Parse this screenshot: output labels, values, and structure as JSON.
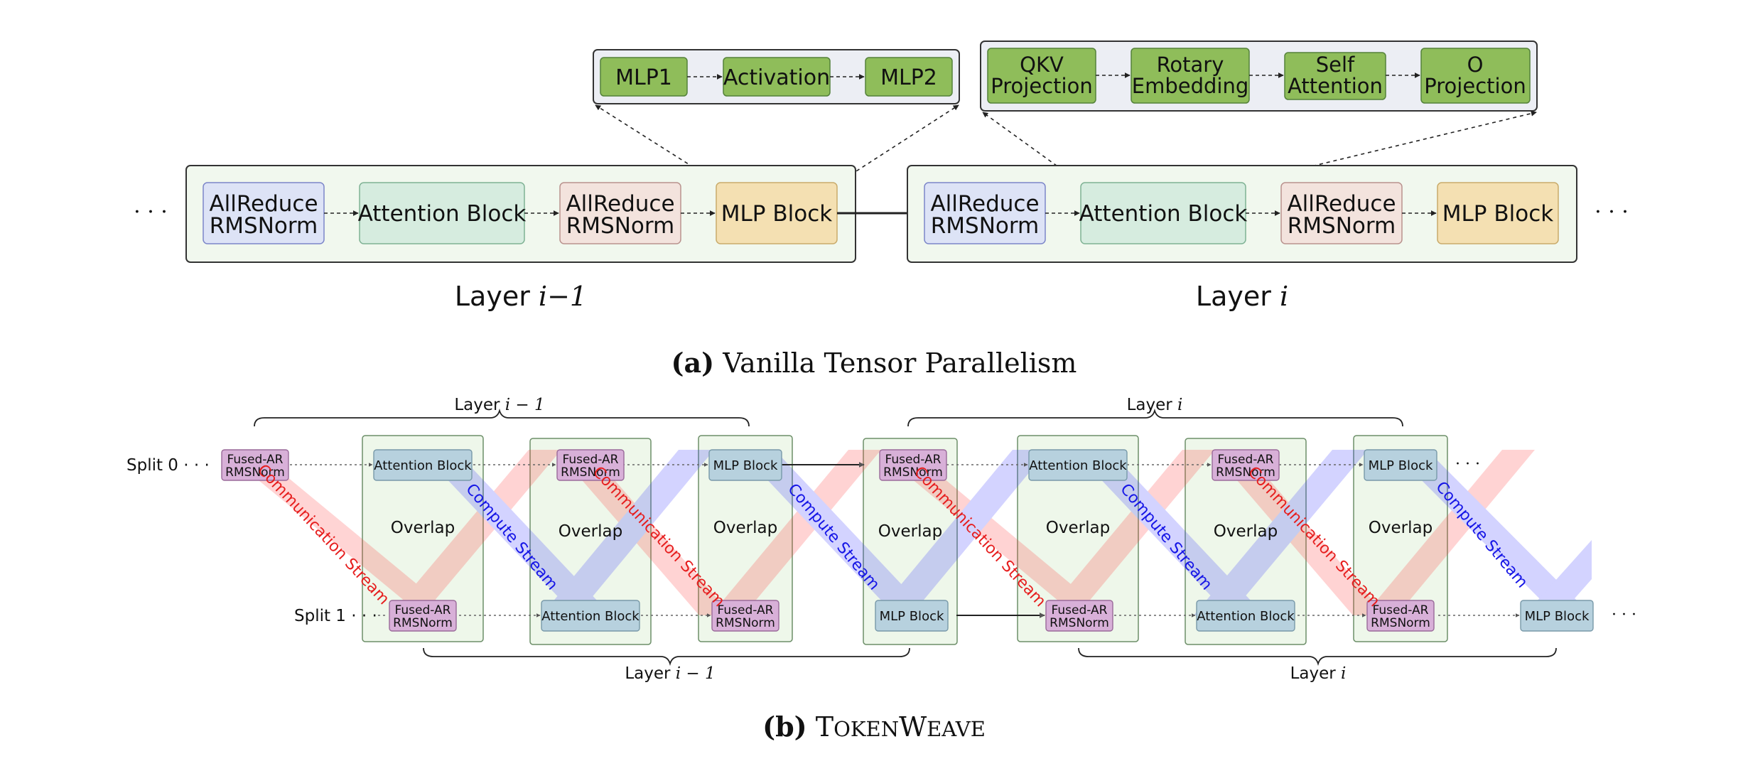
{
  "top": {
    "ellipsis": "· · ·",
    "layers": [
      {
        "label_prefix": "Layer ",
        "label_math": "i−1",
        "blocks": [
          {
            "line1": "AllReduce",
            "line2": "RMSNorm"
          },
          {
            "line1": "Attention Block",
            "line2": ""
          },
          {
            "line1": "AllReduce",
            "line2": "RMSNorm"
          },
          {
            "line1": "MLP Block",
            "line2": ""
          }
        ]
      },
      {
        "label_prefix": "Layer ",
        "label_math": "i",
        "blocks": [
          {
            "line1": "AllReduce",
            "line2": "RMSNorm"
          },
          {
            "line1": "Attention Block",
            "line2": ""
          },
          {
            "line1": "AllReduce",
            "line2": "RMSNorm"
          },
          {
            "line1": "MLP Block",
            "line2": ""
          }
        ]
      }
    ],
    "mlp_detail": [
      {
        "line1": "MLP1",
        "line2": ""
      },
      {
        "line1": "Activation",
        "line2": ""
      },
      {
        "line1": "MLP2",
        "line2": ""
      }
    ],
    "attn_detail": [
      {
        "line1": "QKV",
        "line2": "Projection"
      },
      {
        "line1": "Rotary",
        "line2": "Embedding"
      },
      {
        "line1": "Self",
        "line2": "Attention"
      },
      {
        "line1": "O",
        "line2": "Projection"
      }
    ],
    "caption": {
      "tag": "(a)",
      "text": "Vanilla Tensor Parallelism"
    }
  },
  "bottom": {
    "split0_label": "Split 0 · · ·",
    "split1_label": "Split 1 · · ·",
    "trail_ellipsis": "· · ·",
    "overlap": "Overlap",
    "comm_stream": "Communication Stream",
    "compute_stream": "Compute Stream",
    "fused_line1": "Fused-AR",
    "fused_line2": "RMSNorm",
    "attention_block": "Attention Block",
    "mlp_block": "MLP Block",
    "layer_top_labels": [
      {
        "prefix": "Layer ",
        "math": "i − 1"
      },
      {
        "prefix": "Layer ",
        "math": "i"
      }
    ],
    "layer_bottom_labels": [
      {
        "prefix": "Layer ",
        "math": "i − 1"
      },
      {
        "prefix": "Layer ",
        "math": "i"
      }
    ],
    "caption": {
      "tag": "(b)",
      "text_big1": "T",
      "text_small1": "OKEN",
      "text_big2": "W",
      "text_small2": "EAVE"
    }
  },
  "colors": {
    "allreduce_fill": "#dde3f6",
    "allreduce_stroke": "#7c86c9",
    "attention_fill": "#d6ecdf",
    "attention_stroke": "#7fb294",
    "allreduce2_fill": "#f3e3dd",
    "allreduce2_stroke": "#b9928d",
    "mlp_fill": "#f4e0b2",
    "mlp_stroke": "#c9ab6b",
    "detail_fill": "#8fbd5a",
    "detail_stroke": "#54823a",
    "layer_fill": "#f1f8ee",
    "detail_bg": "#eceef4",
    "fused_fill": "#d8b0d8",
    "fused_stroke": "#9a6a9a",
    "compute_box_fill": "#b7d1de",
    "compute_box_stroke": "#7899a9",
    "overlap_fill": "#eef7ea",
    "overlap_stroke": "#6d8f69",
    "comm_band": "#ff8a8a",
    "compute_band": "#9a9aff",
    "comm_text": "#e61e1e",
    "compute_text": "#1515e6"
  }
}
